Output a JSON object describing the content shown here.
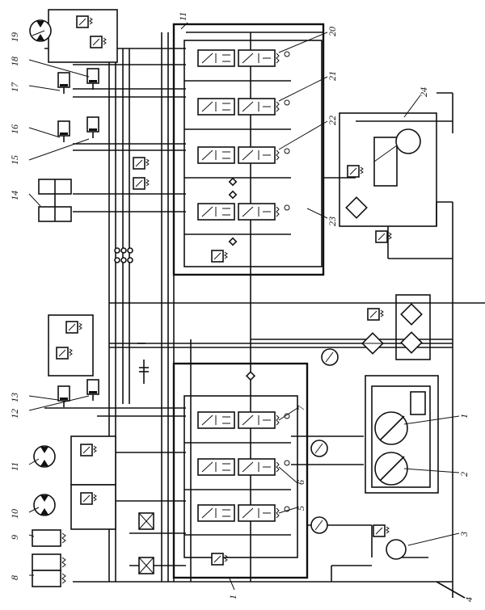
{
  "labels": {
    "l1": "1",
    "l1b": "1",
    "l2": "2",
    "l3": "3",
    "l4": "4",
    "l5": "5",
    "l6": "6",
    "l7": "7",
    "l8": "8",
    "l9": "9",
    "l10": "10",
    "l11": "11",
    "l11b": "11",
    "l12": "12",
    "l13": "13",
    "l14": "14",
    "l15": "15",
    "l16": "16",
    "l17": "17",
    "l18": "18",
    "l19": "19",
    "l20": "20",
    "l21": "21",
    "l22": "22",
    "l23": "23",
    "l24": "24"
  }
}
